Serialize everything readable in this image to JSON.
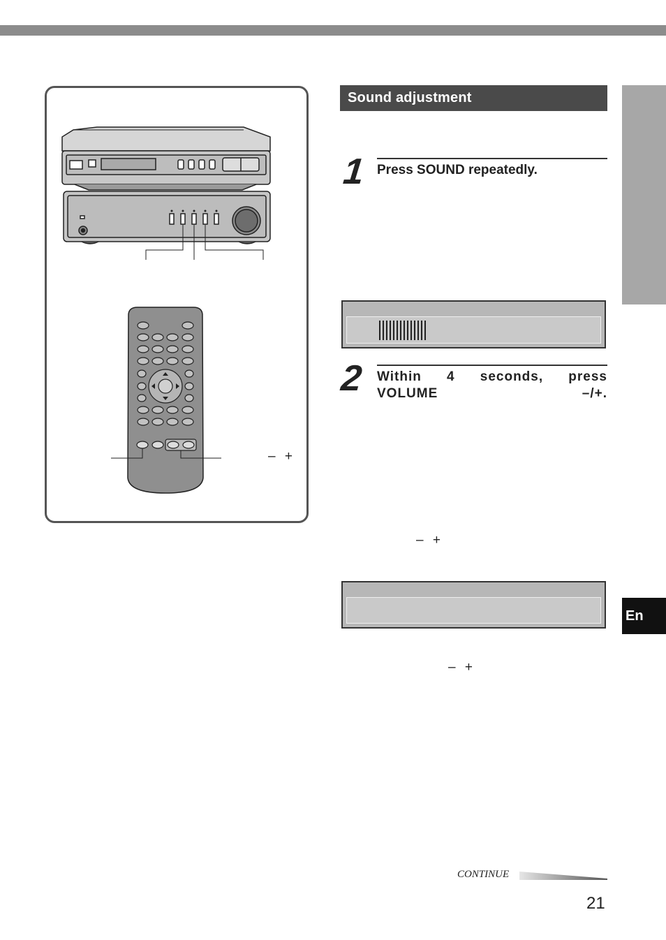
{
  "section": {
    "title": "Sound adjustment"
  },
  "steps": [
    {
      "number": "1",
      "text": "Press SOUND repeatedly."
    },
    {
      "number": "2",
      "text": "Within 4 seconds, press VOLUME –/+."
    }
  ],
  "labels": {
    "figure_volume": "– +",
    "step2_volume": "– +",
    "bottom_volume": "– +"
  },
  "display": {
    "level_bars": 14
  },
  "side_tab": {
    "language": "En"
  },
  "footer": {
    "continue_label": "CONTINUE",
    "page_number": "21"
  }
}
